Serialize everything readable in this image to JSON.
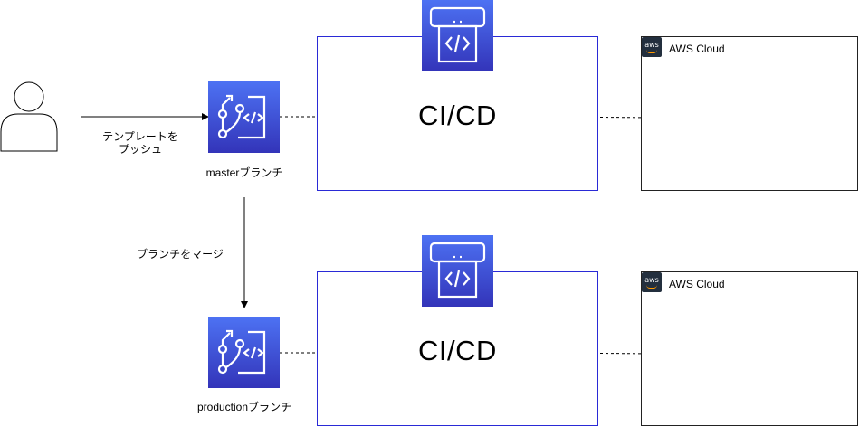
{
  "user": {
    "icon": "person-icon",
    "push_label_line1": "テンプレートを",
    "push_label_line2": "プッシュ"
  },
  "branches": {
    "master": {
      "icon": "git-repository-icon",
      "label": "masterブランチ"
    },
    "production": {
      "icon": "git-repository-icon",
      "label": "productionブランチ"
    }
  },
  "merge_label": "ブランチをマージ",
  "pipelines": [
    {
      "title": "CI/CD",
      "icon": "codepipeline-icon"
    },
    {
      "title": "CI/CD",
      "icon": "codepipeline-icon"
    }
  ],
  "clouds": [
    {
      "label": "AWS Cloud",
      "logo_text": "aws",
      "icon": "aws-logo-icon"
    },
    {
      "label": "AWS Cloud",
      "logo_text": "aws",
      "icon": "aws-logo-icon"
    }
  ],
  "colors": {
    "tile_top": "#4d72f3",
    "tile_bottom": "#3334b9",
    "pipeline_border": "#2a2ad6",
    "aws_dark": "#232f3e",
    "aws_orange": "#ff9900"
  }
}
